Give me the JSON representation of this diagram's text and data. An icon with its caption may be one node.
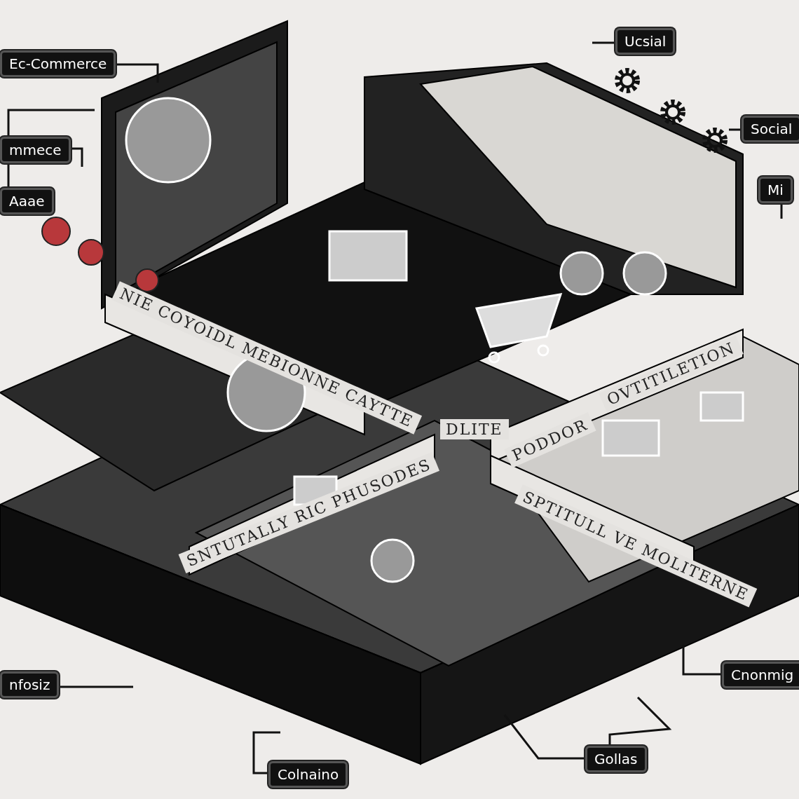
{
  "diagram": {
    "nodes": [
      {
        "text": [
          "Ec-Commerce"
        ]
      },
      {
        "text": [
          "mmece"
        ]
      },
      {
        "text": [
          "Aaae"
        ]
      },
      {
        "text": [
          "Ucsial"
        ]
      },
      {
        "text": [
          "Social"
        ]
      },
      {
        "text": [
          "Mi"
        ]
      },
      {
        "text": [
          "nfosiz"
        ]
      },
      {
        "text": [
          "Cnonmig"
        ]
      },
      {
        "text": [
          "Gollas"
        ]
      },
      {
        "text": [
          "Colnaino"
        ]
      }
    ],
    "edges": [
      {
        "from": 0,
        "to": null,
        "arrow": "none"
      },
      {
        "from": 1,
        "to": null,
        "arrow": "none"
      },
      {
        "from": 1,
        "to": null,
        "arrow": "none"
      },
      {
        "from": 2,
        "to": 1,
        "arrow": "none"
      },
      {
        "from": 3,
        "to": null,
        "arrow": "none"
      },
      {
        "from": 4,
        "to": null,
        "arrow": "none"
      },
      {
        "from": 5,
        "to": null,
        "arrow": "none"
      },
      {
        "from": 6,
        "to": null,
        "arrow": "none"
      },
      {
        "from": 7,
        "to": null,
        "arrow": "none"
      },
      {
        "from": 8,
        "to": null,
        "arrow": "none"
      },
      {
        "from": 8,
        "to": null,
        "arrow": "none"
      },
      {
        "from": 9,
        "to": null,
        "arrow": "none"
      }
    ],
    "labels": [
      "NIE COYOIDL MEBIONNE CAYTTE",
      "OVTITILETION",
      "PODDOR",
      "DLITE",
      "SNTUTALLY RIC PHUSODES",
      "SPTITULL VE MOLITERNE"
    ]
  }
}
